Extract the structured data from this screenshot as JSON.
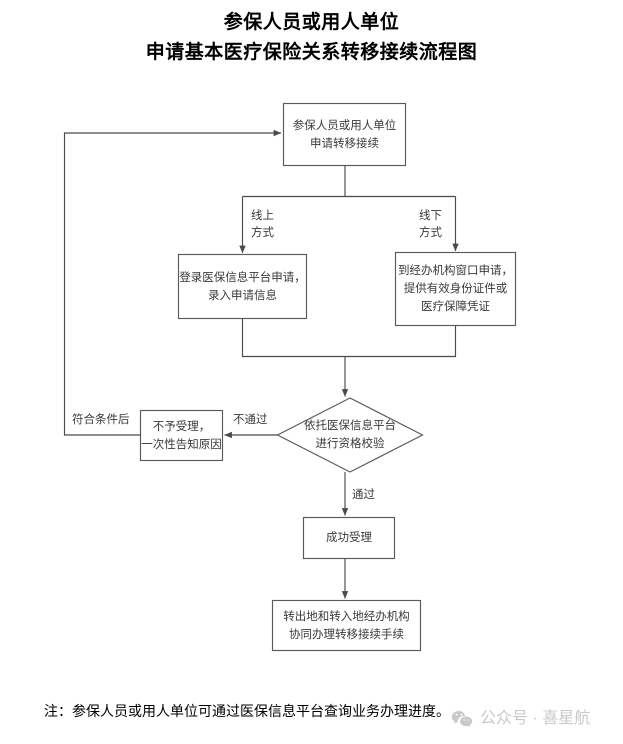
{
  "title": {
    "line1": "参保人员或用人单位",
    "line2": "申请基本医疗保险关系转移接续流程图"
  },
  "chart_data": {
    "type": "diagram",
    "diagram_kind": "flowchart",
    "orientation": "top-to-bottom",
    "nodes": [
      {
        "id": "start",
        "shape": "rectangle",
        "lines": [
          "参保人员或用人单位",
          "申请转移接续"
        ]
      },
      {
        "id": "online",
        "shape": "rectangle",
        "lines": [
          "登录医保信息平台申请，",
          "录入申请信息"
        ]
      },
      {
        "id": "offline",
        "shape": "rectangle",
        "lines": [
          "到经办机构窗口申请，",
          "提供有效身份证件或",
          "医疗保障凭证"
        ]
      },
      {
        "id": "verify",
        "shape": "diamond",
        "lines": [
          "依托医保信息平台",
          "进行资格校验"
        ]
      },
      {
        "id": "reject",
        "shape": "rectangle",
        "lines": [
          "不予受理，",
          "一次性告知原因"
        ]
      },
      {
        "id": "accept",
        "shape": "rectangle",
        "lines": [
          "成功受理"
        ]
      },
      {
        "id": "transfer",
        "shape": "rectangle",
        "lines": [
          "转出地和转入地经办机构",
          "协同办理转移接续手续"
        ]
      }
    ],
    "edges": [
      {
        "from": "start",
        "to": "online",
        "label_lines": [
          "线上",
          "方式"
        ]
      },
      {
        "from": "start",
        "to": "offline",
        "label_lines": [
          "线下",
          "方式"
        ]
      },
      {
        "from": "online",
        "to": "verify",
        "label_lines": []
      },
      {
        "from": "offline",
        "to": "verify",
        "label_lines": []
      },
      {
        "from": "verify",
        "to": "reject",
        "label_lines": [
          "不通过"
        ]
      },
      {
        "from": "verify",
        "to": "accept",
        "label_lines": [
          "通过"
        ]
      },
      {
        "from": "reject",
        "to": "start",
        "label_lines": [
          "符合条件后"
        ]
      },
      {
        "from": "accept",
        "to": "transfer",
        "label_lines": []
      }
    ]
  },
  "nodes": {
    "start": {
      "line1": "参保人员或用人单位",
      "line2": "申请转移接续"
    },
    "online": {
      "line1": "登录医保信息平台申请，",
      "line2": "录入申请信息"
    },
    "offline": {
      "line1": "到经办机构窗口申请，",
      "line2": "提供有效身份证件或",
      "line3": "医疗保障凭证"
    },
    "verify": {
      "line1": "依托医保信息平台",
      "line2": "进行资格校验"
    },
    "reject": {
      "line1": "不予受理，",
      "line2": "一次性告知原因"
    },
    "accept": {
      "line1": "成功受理"
    },
    "transfer": {
      "line1": "转出地和转入地经办机构",
      "line2": "协同办理转移接续手续"
    }
  },
  "edge_labels": {
    "online_branch_1": "线上",
    "online_branch_2": "方式",
    "offline_branch_1": "线下",
    "offline_branch_2": "方式",
    "fail": "不通过",
    "pass": "通过",
    "requalified": "符合条件后"
  },
  "footer": {
    "note": "注：参保人员或用人单位可通过医保信息平台查询业务办理进度。"
  },
  "watermark": {
    "icon": "wechat-icon",
    "text": "公众号 · 喜星航"
  },
  "colors": {
    "stroke": "#5a5a5a",
    "text": "#3a3a3a",
    "title_text": "#000000",
    "watermark": "#c9c9c9",
    "background": "#ffffff"
  }
}
